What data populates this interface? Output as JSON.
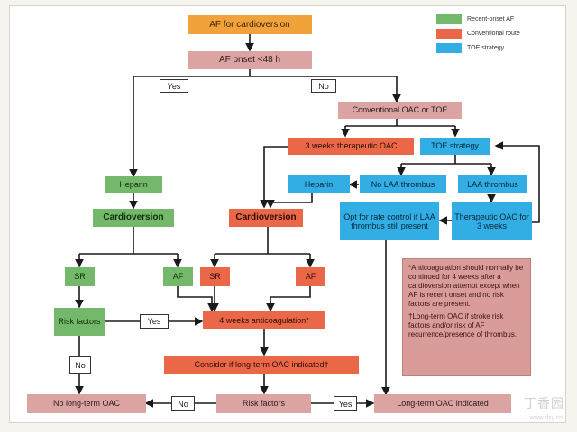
{
  "legend": [
    {
      "label": "Recent-onset AF",
      "color": "#74b96b"
    },
    {
      "label": "Conventional route",
      "color": "#ea6747"
    },
    {
      "label": "TOE strategy",
      "color": "#32aee4"
    }
  ],
  "nodes": {
    "af_cardioversion": "AF for cardioversion",
    "af_onset_48h": "AF onset <48 h",
    "yes_1": "Yes",
    "no_1": "No",
    "conventional_oac_or_toe": "Conventional OAC or TOE",
    "three_weeks_oac": "3 weeks therapeutic OAC",
    "toe_strategy": "TOE strategy",
    "heparin_left": "Heparin",
    "heparin_right": "Heparin",
    "no_laa_thrombus": "No LAA thrombus",
    "laa_thrombus": "LAA thrombus",
    "cardioversion_left": "Cardioversion",
    "cardioversion_right": "Cardioversion",
    "opt_rate_control": "Opt for rate control if LAA thrombus still present",
    "therapeutic_oac_3w": "Therapeutic OAC for 3 weeks",
    "sr_left": "SR",
    "af_left": "AF",
    "sr_right": "SR",
    "af_right": "AF",
    "risk_factors_box": "Risk factors",
    "yes_2": "Yes",
    "four_weeks_anticoag": "4 weeks anticoagulation*",
    "no_2": "No",
    "consider_long_term": "Consider if long-term OAC indicated†",
    "no_long_term_oac": "No long-term OAC",
    "no_3": "No",
    "risk_factors_bottom": "Risk factors",
    "yes_3": "Yes",
    "long_term_oac_indicated": "Long-term OAC indicated"
  },
  "note": {
    "line1": "*Anticoagulation should normally be continued for 4 weeks after a cardioversion attempt except when AF is recent onset and no risk factors are present.",
    "line2": "†Long-term OAC if stroke risk factors and/or risk of AF recurrence/presence of thrombus."
  },
  "watermark": {
    "logo": "丁香园",
    "url": "www.dxy.cn"
  }
}
